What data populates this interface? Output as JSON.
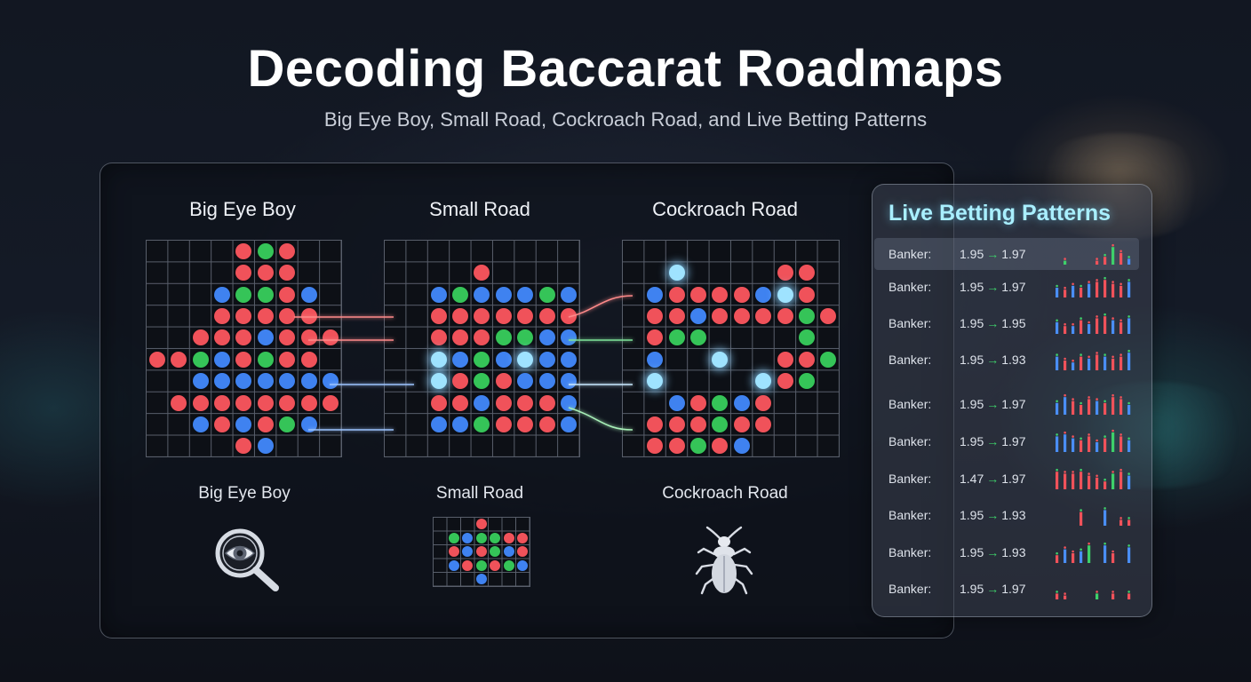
{
  "header": {
    "title": "Decoding Baccarat Roadmaps",
    "subtitle": "Big Eye Boy, Small Road, Cockroach Road, and Live Betting Patterns"
  },
  "roads": [
    {
      "title": "Big Eye Boy",
      "label": "Big Eye Boy",
      "icon": "magnifier-eye-icon"
    },
    {
      "title": "Small Road",
      "label": "Small Road",
      "icon": "mini-grid-icon"
    },
    {
      "title": "Cockroach Road",
      "label": "Cockroach Road",
      "icon": "cockroach-icon"
    }
  ],
  "colors": {
    "banker": "#f0525a",
    "player": "#3f82f0",
    "tie": "#35c458",
    "highlight": "#9fe3ff",
    "accent": "#a9efff"
  },
  "grids": {
    "big_eye_boy": [
      "....RGR..",
      "....RRR..",
      "...BGGRB.",
      "...RRRRR.",
      "..RRRBRRR",
      "RRGBRGRR.",
      "..BBBBBBB",
      ".RRRRRRRR",
      "..BRBRGB.",
      "....RB..."
    ],
    "small_road": [
      ".........",
      "....R....",
      "..BGBBBGB",
      "..RRRRRRR",
      "..RRRGGBB",
      "..HBGBHBB",
      "..HRGRBBB",
      "..RRBRRRB",
      "..BBGRRRB",
      "........."
    ],
    "cockroach_road": [
      ".........",
      "..H....RR",
      ".BRRRRBHR",
      ".RRBRRRRGR",
      ".RGG....G",
      ".B..H..RRG",
      ".H....HRG",
      "..BRGBR..",
      ".RRRGRR..",
      ".RRGRB..."
    ],
    "small_road_mini": [
      "...R...",
      ".GBGGRR",
      ".RBRGBR",
      ".BRGRGB",
      "...B..."
    ]
  },
  "live_patterns": {
    "title": "Live Betting Patterns",
    "rows": [
      {
        "label": "Banker:",
        "from": "1.95",
        "to": "1.97",
        "active": true,
        "spark": [
          0,
          2,
          0,
          0,
          0,
          2,
          4,
          9,
          6,
          3
        ],
        "colors": "GGGGGRRGRB"
      },
      {
        "label": "Banker:",
        "from": "1.95",
        "to": "1.97",
        "active": false,
        "spark": [
          5,
          4,
          6,
          5,
          7,
          8,
          9,
          7,
          6,
          8
        ],
        "colors": "BRBRBRRRRB"
      },
      {
        "label": "Banker:",
        "from": "1.95",
        "to": "1.95",
        "active": false,
        "spark": [
          6,
          4,
          4,
          7,
          5,
          8,
          9,
          7,
          6,
          8
        ],
        "colors": "BRBRBRRBRB"
      },
      {
        "label": "Banker:",
        "from": "1.95",
        "to": "1.93",
        "active": false,
        "spark": [
          7,
          5,
          4,
          7,
          6,
          8,
          7,
          6,
          7,
          9
        ],
        "colors": "BRBRBRBRRB"
      },
      {
        "label": "Banker:",
        "from": "1.95",
        "to": "1.97",
        "active": false,
        "spark": [
          6,
          9,
          7,
          5,
          8,
          7,
          6,
          9,
          8,
          5
        ],
        "colors": "BBRRRBRRRB"
      },
      {
        "label": "Banker:",
        "from": "1.95",
        "to": "1.97",
        "active": false,
        "spark": [
          8,
          9,
          7,
          6,
          8,
          5,
          7,
          10,
          8,
          6
        ],
        "colors": "BBBRRBRGRB"
      },
      {
        "label": "Banker:",
        "from": "1.47",
        "to": "1.97",
        "active": false,
        "spark": [
          9,
          8,
          8,
          9,
          7,
          6,
          4,
          8,
          9,
          7
        ],
        "colors": "RRRRRRRGRB"
      },
      {
        "label": "Banker:",
        "from": "1.95",
        "to": "1.93",
        "active": false,
        "spark": [
          0,
          0,
          0,
          7,
          0,
          0,
          8,
          0,
          3,
          3
        ],
        "colors": "BBBRBBBRRR"
      },
      {
        "label": "Banker:",
        "from": "1.95",
        "to": "1.93",
        "active": false,
        "spark": [
          4,
          7,
          5,
          6,
          9,
          0,
          9,
          5,
          0,
          8
        ],
        "colors": "RBRBGBBRRB"
      },
      {
        "label": "Banker:",
        "from": "1.95",
        "to": "1.97",
        "active": false,
        "spark": [
          3,
          2,
          0,
          0,
          0,
          3,
          0,
          3,
          0,
          3
        ],
        "colors": "RRRRGGRRRR"
      }
    ]
  }
}
